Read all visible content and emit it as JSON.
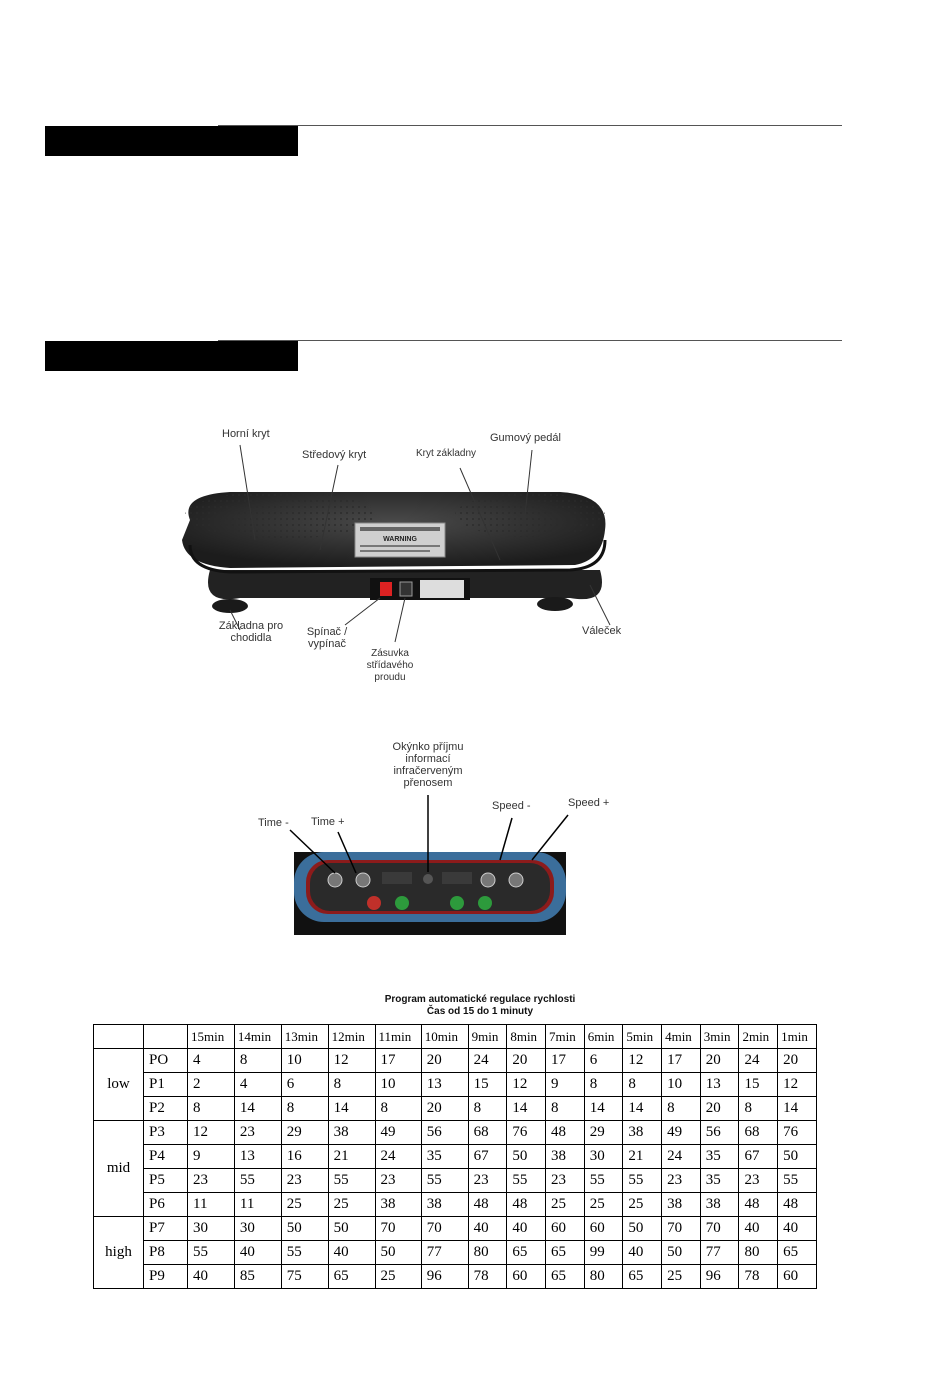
{
  "device_labels": {
    "horni_kryt": "Horní kryt",
    "stredovy_kryt": "Středový kryt",
    "kryt_zakladny": "Kryt základny",
    "gumovy_pedal": "Gumový pedál",
    "zakladna": "Základna pro chodidla",
    "spinac": "Spínač / vypínač",
    "zasuvka": "Zásuvka střídavého proudu",
    "valecek": "Váleček",
    "warning": "WARNING"
  },
  "panel_labels": {
    "okynko": "Okýnko příjmu informací infračerveným přenosem",
    "time_minus": "Time -",
    "time_plus": "Time +",
    "speed_minus": "Speed -",
    "speed_plus": "Speed +"
  },
  "table": {
    "title": "Program automatické regulace rychlosti",
    "subtitle": "Čas od 15 do 1 minuty",
    "times": [
      "15min",
      "14min",
      "13min",
      "12min",
      "11min",
      "10min",
      "9min",
      "8min",
      "7min",
      "6min",
      "5min",
      "4min",
      "3min",
      "2min",
      "1min"
    ],
    "groups": [
      {
        "name": "low",
        "rows": [
          {
            "program": "PO",
            "values": [
              4,
              8,
              10,
              12,
              17,
              20,
              24,
              20,
              17,
              6,
              12,
              17,
              20,
              24,
              20
            ]
          },
          {
            "program": "P1",
            "values": [
              2,
              4,
              6,
              8,
              10,
              13,
              15,
              12,
              9,
              8,
              8,
              10,
              13,
              15,
              12
            ]
          },
          {
            "program": "P2",
            "values": [
              8,
              14,
              8,
              14,
              8,
              20,
              8,
              14,
              8,
              14,
              14,
              8,
              20,
              8,
              14
            ]
          }
        ]
      },
      {
        "name": "mid",
        "rows": [
          {
            "program": "P3",
            "values": [
              12,
              23,
              29,
              38,
              49,
              56,
              68,
              76,
              48,
              29,
              38,
              49,
              56,
              68,
              76
            ]
          },
          {
            "program": "P4",
            "values": [
              9,
              13,
              16,
              21,
              24,
              35,
              67,
              50,
              38,
              30,
              21,
              24,
              35,
              67,
              50
            ]
          },
          {
            "program": "P5",
            "values": [
              23,
              55,
              23,
              55,
              23,
              55,
              23,
              55,
              23,
              55,
              55,
              23,
              35,
              23,
              55
            ]
          },
          {
            "program": "P6",
            "values": [
              11,
              11,
              25,
              25,
              38,
              38,
              48,
              48,
              25,
              25,
              25,
              38,
              38,
              48,
              48
            ]
          }
        ]
      },
      {
        "name": "high",
        "rows": [
          {
            "program": "P7",
            "values": [
              30,
              30,
              50,
              50,
              70,
              70,
              40,
              40,
              60,
              60,
              50,
              70,
              70,
              40,
              40
            ]
          },
          {
            "program": "P8",
            "values": [
              55,
              40,
              55,
              40,
              50,
              77,
              80,
              65,
              65,
              99,
              40,
              50,
              77,
              80,
              65
            ]
          },
          {
            "program": "P9",
            "values": [
              40,
              85,
              75,
              65,
              25,
              96,
              78,
              60,
              65,
              80,
              65,
              25,
              96,
              78,
              60
            ]
          }
        ]
      }
    ]
  }
}
